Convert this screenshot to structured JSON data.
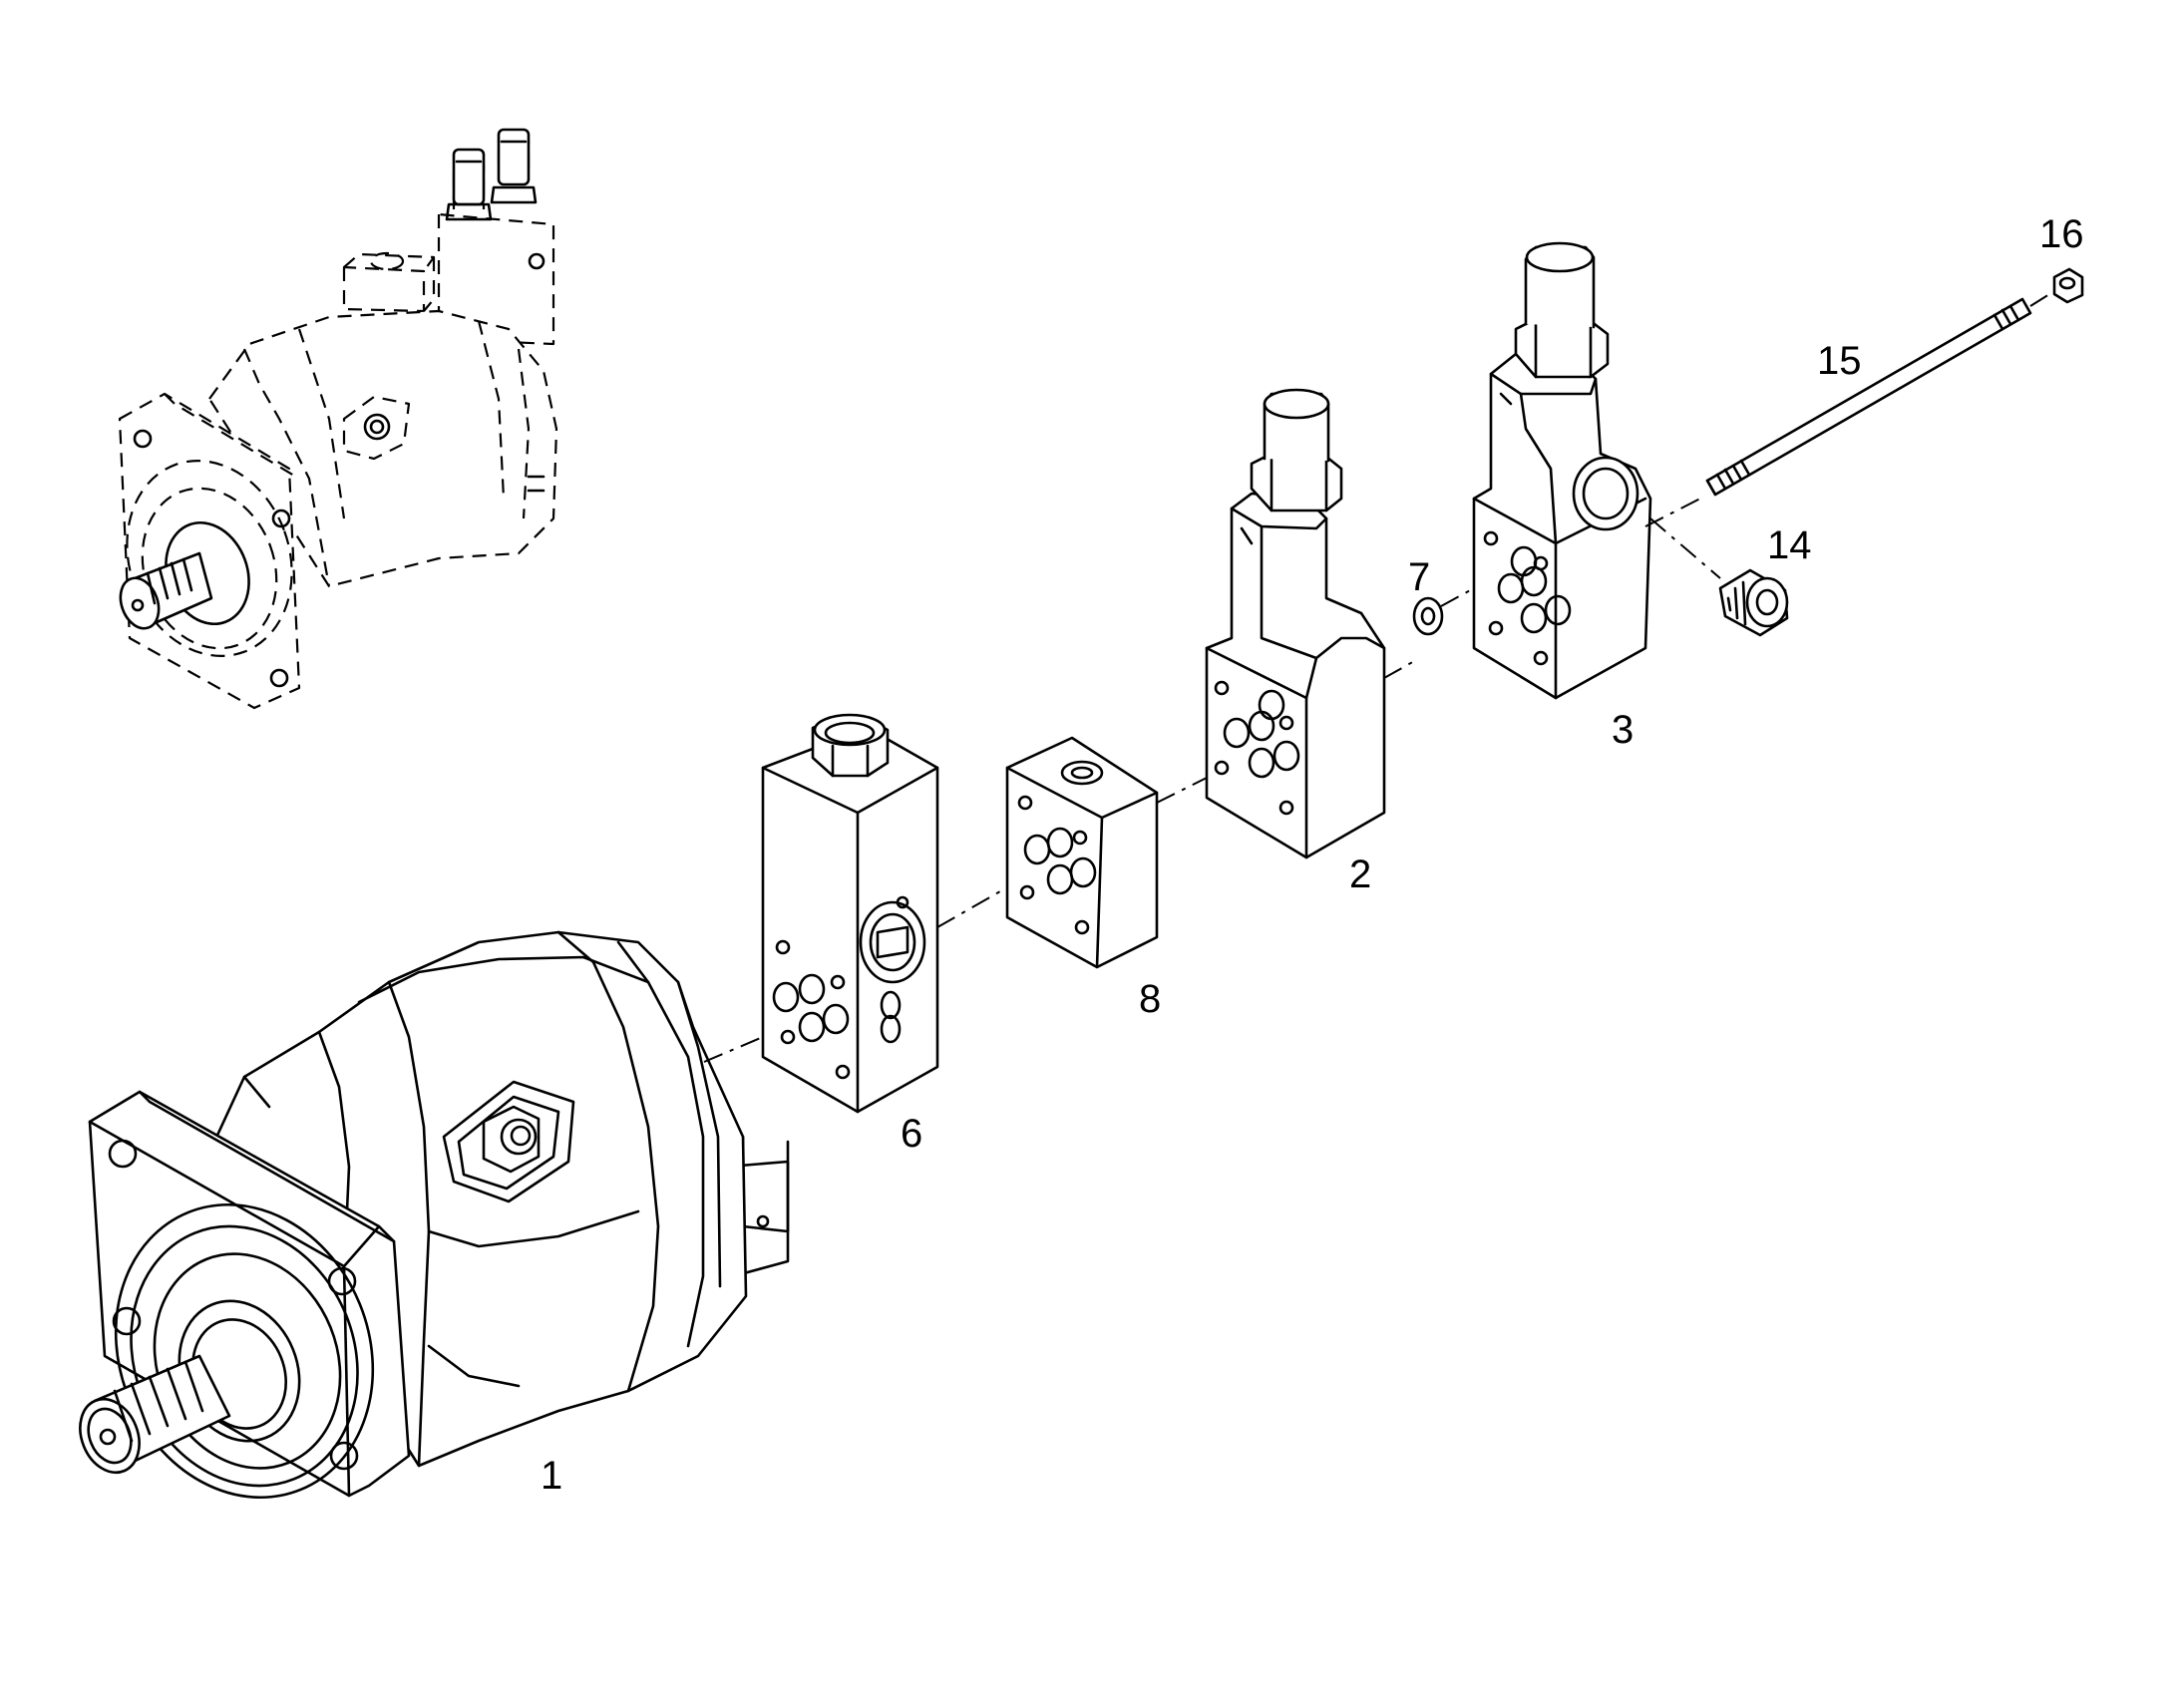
{
  "labels": {
    "part_1": "1",
    "part_2": "2",
    "part_3": "3",
    "part_6": "6",
    "part_7": "7",
    "part_8": "8",
    "part_14": "14",
    "part_15": "15",
    "part_16": "16"
  },
  "colors": {
    "line": "#000000",
    "background": "#ffffff"
  }
}
